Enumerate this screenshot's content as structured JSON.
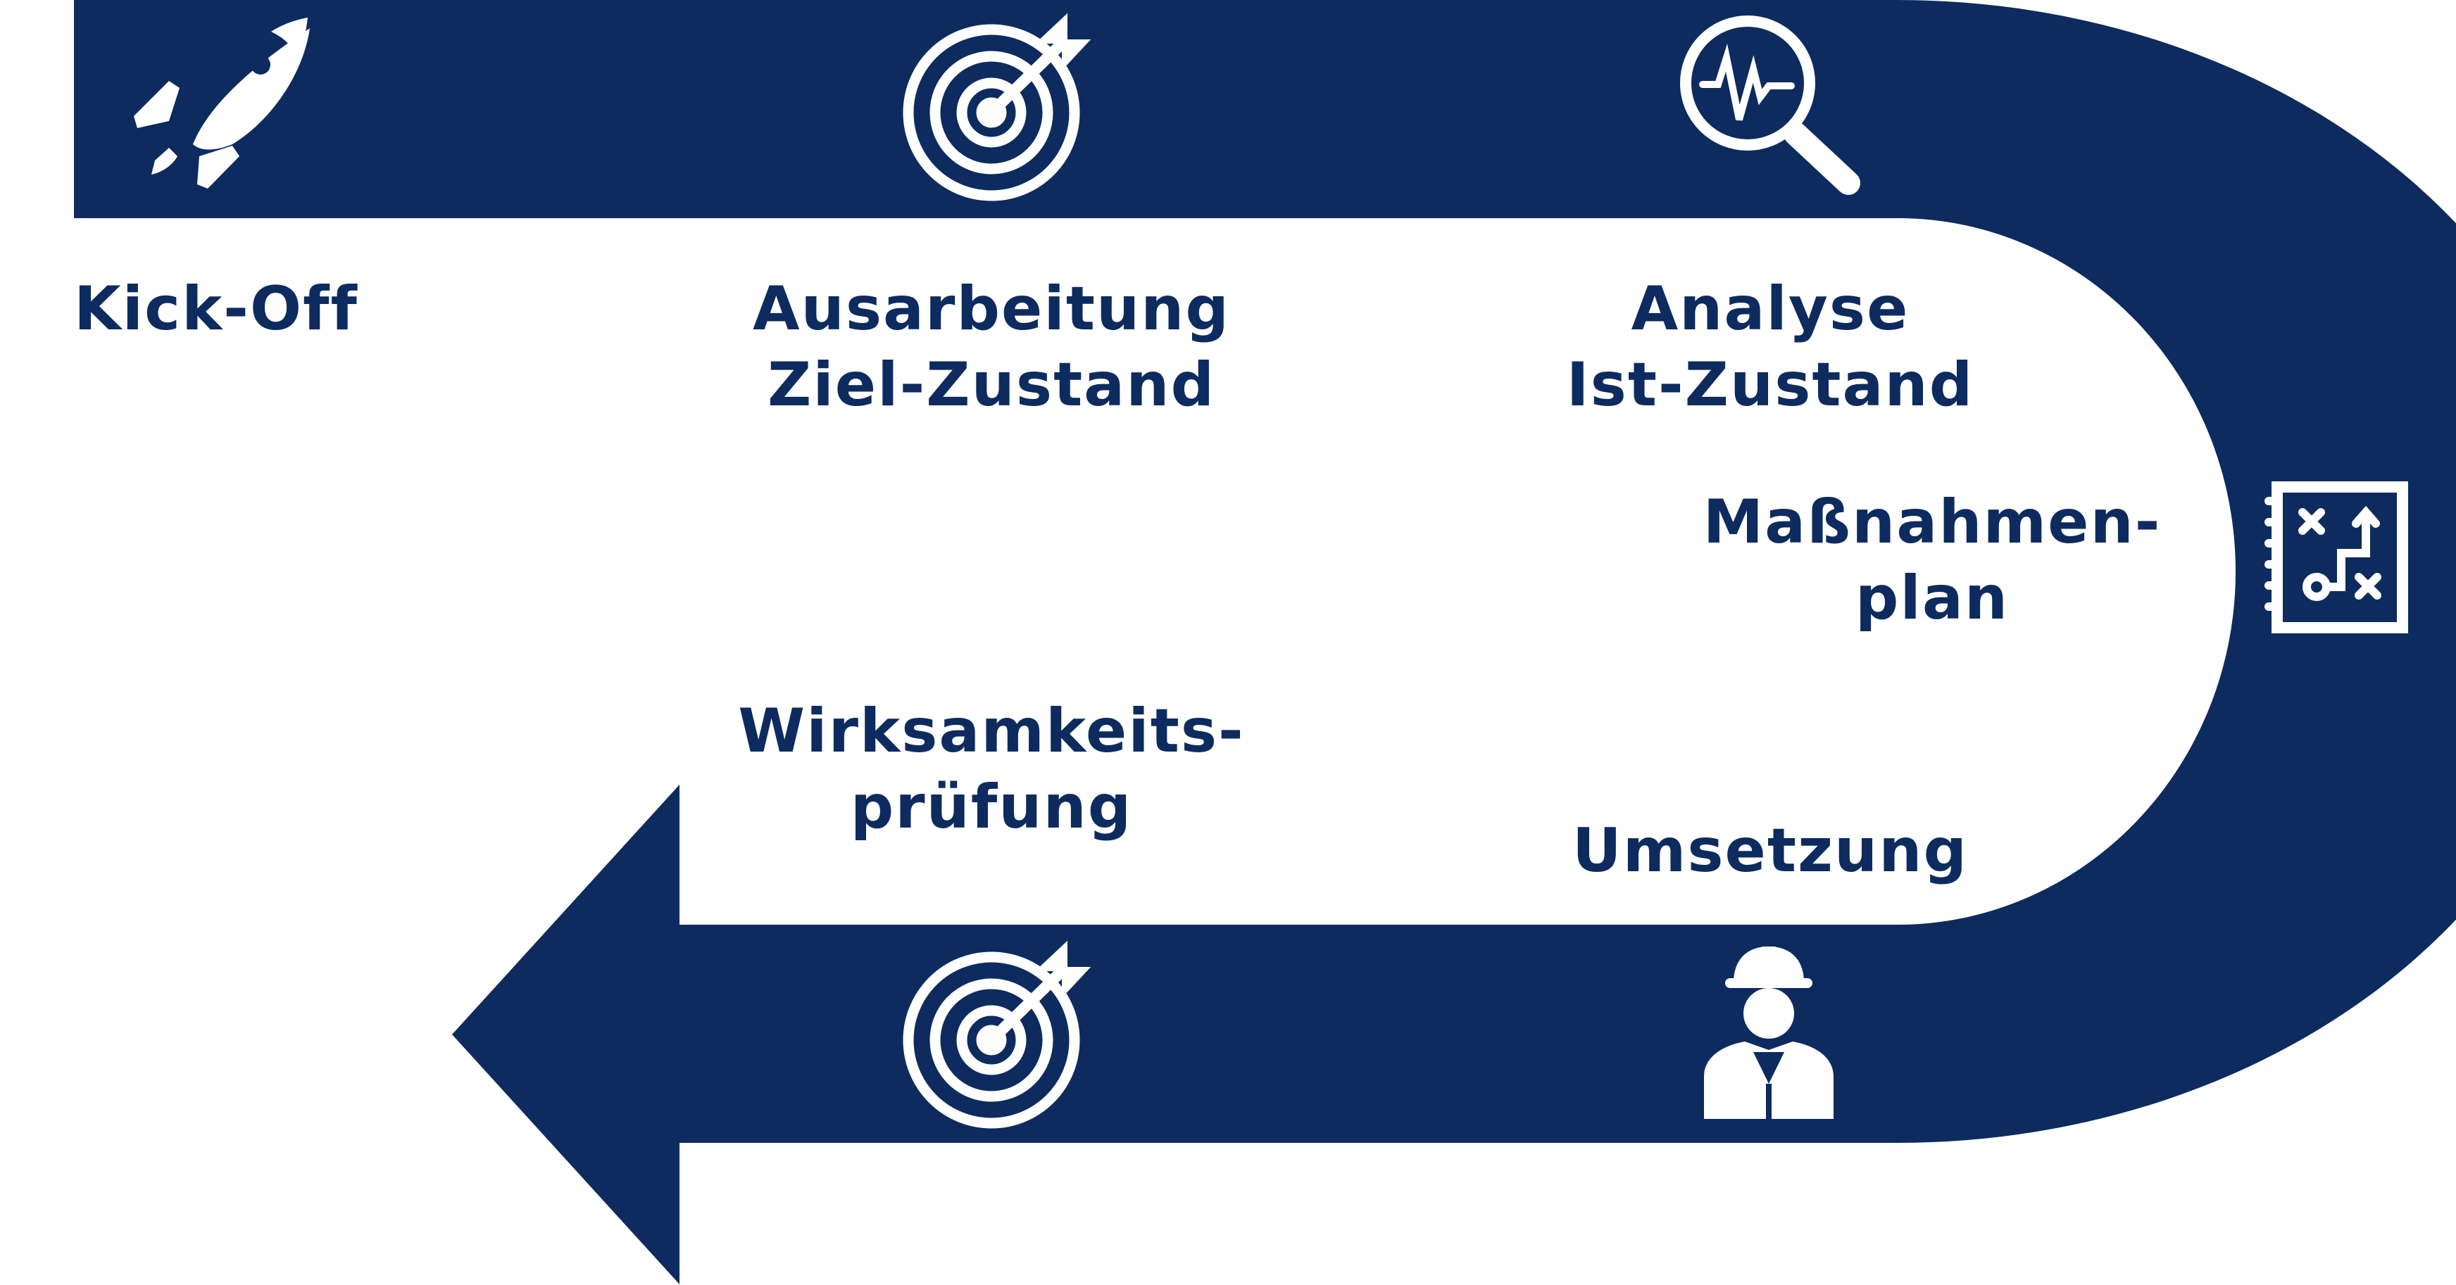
{
  "colors": {
    "band": "#0d2b5e",
    "icon": "#ffffff",
    "text": "#0d2b5e",
    "background": "#ffffff"
  },
  "steps": [
    {
      "icon": "rocket-icon",
      "lines": [
        "Kick-Off"
      ]
    },
    {
      "icon": "target-icon",
      "lines": [
        "Ausarbeitung",
        "Ziel-Zustand"
      ]
    },
    {
      "icon": "magnifier-analysis-icon",
      "lines": [
        "Analyse",
        "Ist-Zustand"
      ]
    },
    {
      "icon": "strategy-plan-icon",
      "lines": [
        "Maßnahmen-",
        "plan"
      ]
    },
    {
      "icon": "construction-worker-icon",
      "lines": [
        "Umsetzung"
      ]
    },
    {
      "icon": "target-icon",
      "lines": [
        "Wirksamkeits-",
        "prüfung"
      ]
    }
  ]
}
